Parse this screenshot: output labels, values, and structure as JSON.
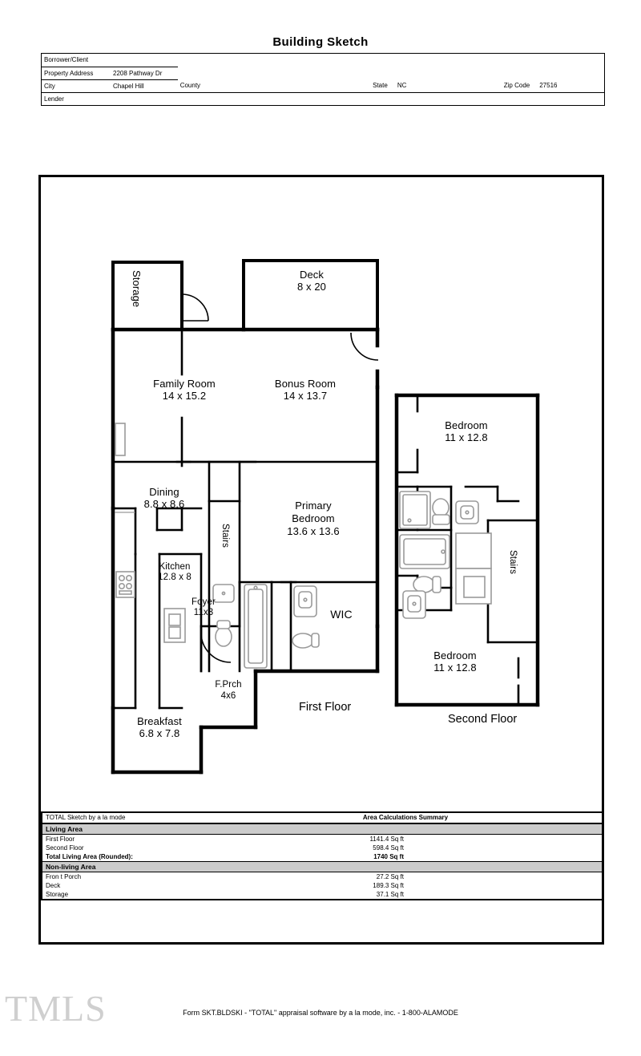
{
  "title": "Building Sketch",
  "header": {
    "rows": [
      {
        "label": "Borrower/Client",
        "value": ""
      },
      {
        "label": "Property Address",
        "value": "2208 Pathway Dr"
      }
    ],
    "city_label": "City",
    "city_value": "Chapel Hill",
    "county_label": "County",
    "county_value": "",
    "state_label": "State",
    "state_value": "NC",
    "zip_label": "Zip Code",
    "zip_value": "27516",
    "lender_label": "Lender",
    "lender_value": ""
  },
  "sketch": {
    "first_floor_label": "First Floor",
    "second_floor_label": "Second Floor",
    "rooms": [
      {
        "name": "Storage",
        "dims": ""
      },
      {
        "name": "Deck",
        "dims": "8 x 20"
      },
      {
        "name": "Family Room",
        "dims": "14 x 15.2"
      },
      {
        "name": "Bonus Room",
        "dims": "14 x 13.7"
      },
      {
        "name": "Dining",
        "dims": "8.8 x 8.6"
      },
      {
        "name": "Primary Bedroom",
        "dims": "13.6 x 13.6"
      },
      {
        "name": "Kitchen",
        "dims": "12.8 x 8"
      },
      {
        "name": "Stairs",
        "dims": ""
      },
      {
        "name": "Foyer",
        "dims": "11x3"
      },
      {
        "name": "WIC",
        "dims": ""
      },
      {
        "name": "F.Prch",
        "dims": "4x6"
      },
      {
        "name": "Breakfast",
        "dims": "6.8 x 7.8"
      },
      {
        "name": "Bedroom",
        "dims": "11 x 12.8"
      },
      {
        "name": "Bedroom",
        "dims": "11 x 12.8"
      }
    ],
    "labels": {
      "storage": "Storage",
      "deck_name": "Deck",
      "deck_dims": "8 x 20",
      "family_name": "Family Room",
      "family_dims": "14 x 15.2",
      "bonus_name": "Bonus Room",
      "bonus_dims": "14 x 13.7",
      "dining_name": "Dining",
      "dining_dims": "8.8 x 8.6",
      "primary_name1": "Primary",
      "primary_name2": "Bedroom",
      "primary_dims": "13.6 x 13.6",
      "kitchen_name": "Kitchen",
      "kitchen_dims": "12.8 x 8",
      "stairs1": "Stairs",
      "stairs2": "Stairs",
      "foyer_name": "Foyer",
      "foyer_dims": "11x3",
      "wic": "WIC",
      "fprch_name": "F.Prch",
      "fprch_dims": "4x6",
      "breakfast_name": "Breakfast",
      "breakfast_dims": "6.8 x 7.8",
      "bed1_name": "Bedroom",
      "bed1_dims": "11 x 12.8",
      "bed2_name": "Bedroom",
      "bed2_dims": "11 x 12.8"
    }
  },
  "area_summary": {
    "sketch_by": "TOTAL Sketch by a la mode",
    "heading": "Area Calculations Summary",
    "living_section": "Living Area",
    "nonliving_section": "Non-living Area",
    "living_rows": [
      {
        "label": "First Floor",
        "value": "1141.4 Sq ft"
      },
      {
        "label": "Second Floor",
        "value": "598.4 Sq ft"
      }
    ],
    "total_label": "Total Living Area (Rounded):",
    "total_value": "1740 Sq ft",
    "nonliving_rows": [
      {
        "label": "Fron t Porch",
        "value": "27.2 Sq ft"
      },
      {
        "label": "Deck",
        "value": "189.3 Sq ft"
      },
      {
        "label": "Storage",
        "value": "37.1 Sq ft"
      }
    ]
  },
  "footer": {
    "form_text": "Form SKT.BLDSKI - \"TOTAL\" appraisal software by a la mode, inc. - 1-800-ALAMODE",
    "watermark": "TMLS"
  }
}
